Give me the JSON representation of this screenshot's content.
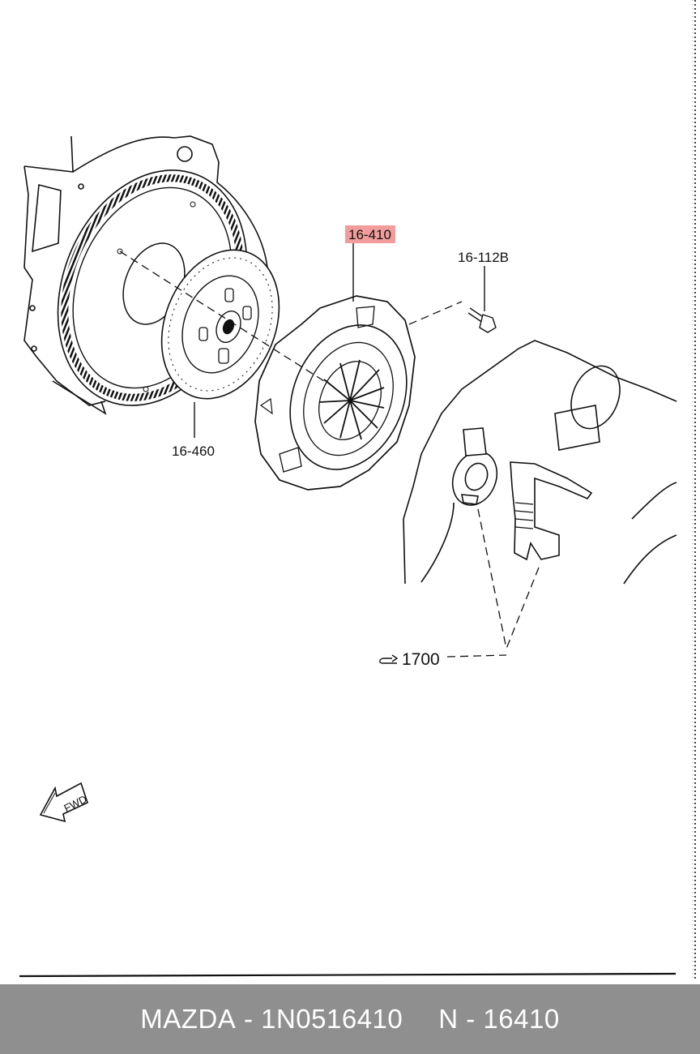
{
  "callouts": {
    "pressure_plate": "16-410",
    "bolt": "16-112B",
    "clutch_disc": "16-460",
    "release_group": "1700",
    "direction": "FWD"
  },
  "colors": {
    "highlight": "#f29d9b",
    "footer_bg": "#8f8f8f",
    "line": "#111111"
  },
  "icons": {
    "reference_arrow": "hook-arrow-icon",
    "direction_arrow": "fwd-arrow-icon"
  },
  "footer": {
    "brand": "MAZDA",
    "sep1": " - ",
    "part_number": "1N0516410",
    "group": "N - 16410"
  }
}
